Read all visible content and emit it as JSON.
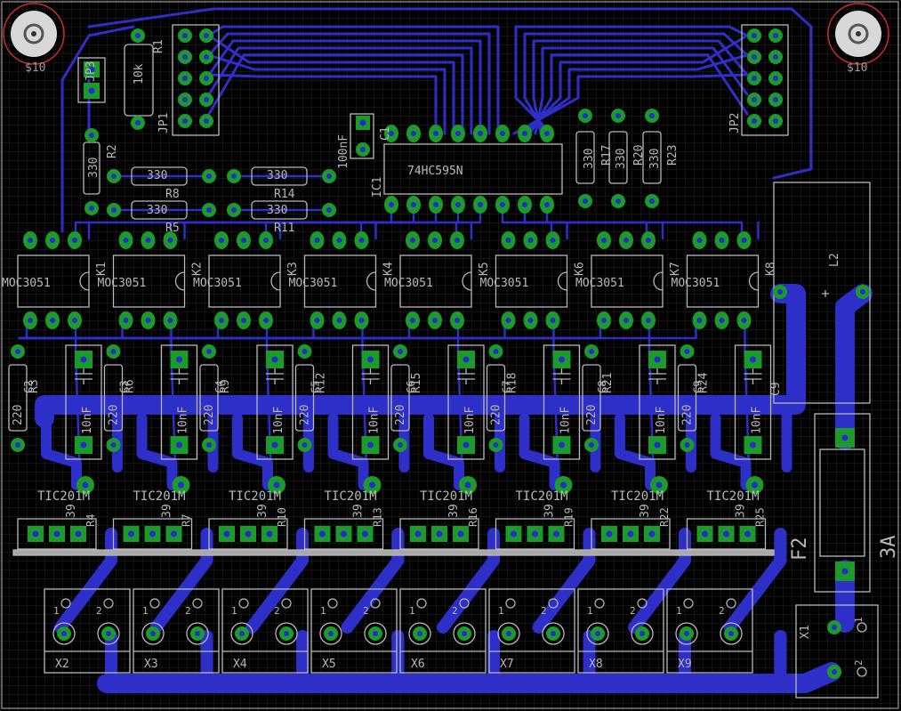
{
  "colors": {
    "background": "#000000",
    "grid": "#2a2a2a",
    "trace": "#2e2ec8",
    "pad": "#1a9b2a",
    "drill": "#2a2ad0",
    "silk": "#b8b8b8",
    "hole": "#cc2a2a"
  },
  "labels": {
    "r1": "R1",
    "r1_value": "10k",
    "jp3": "JP3",
    "jp1": "JP1",
    "jp2": "JP2",
    "r2": "R2",
    "r2_value": "330",
    "r8": "R8",
    "r8_value": "330",
    "r5": "R5",
    "r5_value": "330",
    "r14": "R14",
    "r14_value": "330",
    "r11": "R11",
    "r11_value": "330",
    "c1": "C1",
    "c1_value": "100nF",
    "ic1": "IC1",
    "ic1_value": "74HC595N",
    "r17": "R17",
    "r17_value": "330",
    "r20": "R20",
    "r20_value": "330",
    "r23": "R23",
    "r23_value": "330",
    "l2": "L2",
    "c9": "C9",
    "f2": "F2",
    "f2_value": "3A",
    "x1": "X1",
    "hole_left": "$10",
    "hole_right": "$10"
  },
  "optos": [
    {
      "name": "K1",
      "value": "MOC3051"
    },
    {
      "name": "K2",
      "value": "MOC3051"
    },
    {
      "name": "K3",
      "value": "MOC3051"
    },
    {
      "name": "K4",
      "value": "MOC3051"
    },
    {
      "name": "K5",
      "value": "MOC3051"
    },
    {
      "name": "K6",
      "value": "MOC3051"
    },
    {
      "name": "K7",
      "value": "MOC3051"
    },
    {
      "name": "K8",
      "value": "MOC3051"
    }
  ],
  "channels": [
    {
      "r_gate": "R3",
      "c": "C2",
      "r_ser": "R4",
      "triac": "TIC201M"
    },
    {
      "r_gate": "R6",
      "c": "C3",
      "r_ser": "R7",
      "triac": "TIC201M"
    },
    {
      "r_gate": "R9",
      "c": "C4",
      "r_ser": "R10",
      "triac": "TIC201M"
    },
    {
      "r_gate": "R12",
      "c": "C5",
      "r_ser": "R13",
      "triac": "TIC201M"
    },
    {
      "r_gate": "R15",
      "c": "C6",
      "r_ser": "R16",
      "triac": "TIC201M"
    },
    {
      "r_gate": "R18",
      "c": "C7",
      "r_ser": "R19",
      "triac": "TIC201M"
    },
    {
      "r_gate": "R21",
      "c": "C8",
      "r_ser": "R22",
      "triac": "TIC201M"
    },
    {
      "r_gate": "R24",
      "c": "C9",
      "r_ser": "R25",
      "triac": "TIC201M"
    }
  ],
  "channel_values": {
    "r_gate": "220",
    "c": "10nF",
    "r_ser": "39"
  },
  "terminals": [
    "X2",
    "X3",
    "X4",
    "X5",
    "X6",
    "X7",
    "X8",
    "X9"
  ],
  "pin_labels": {
    "p1": "1",
    "p2": "2"
  }
}
